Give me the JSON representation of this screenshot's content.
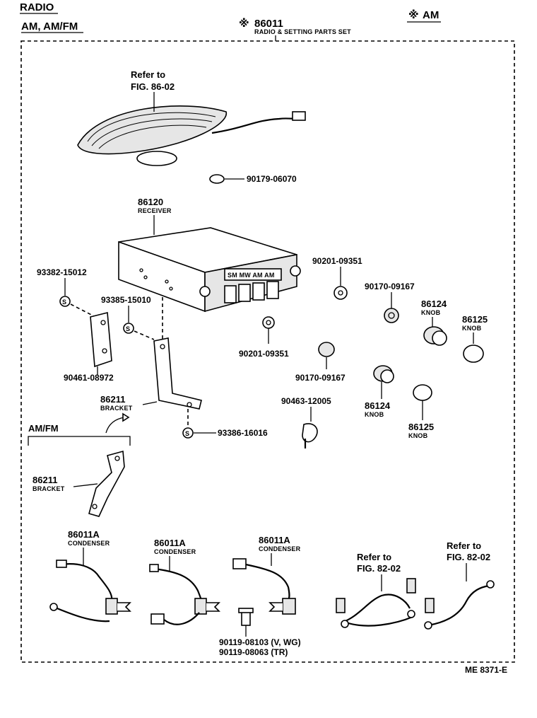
{
  "header": {
    "section": "RADIO",
    "subsection": "AM, AM/FM",
    "set_mark": "※",
    "set_number": "86011",
    "set_name": "RADIO & SETTING PARTS SET",
    "variant_mark": "※",
    "variant": "AM"
  },
  "labels": {
    "speaker_refer": "Refer to",
    "speaker_fig": "FIG. 86-02",
    "nut": "90179-06070",
    "receiver_no": "86120",
    "receiver_name": "RECEIVER",
    "screw_left": "93382-15012",
    "screw_mid": "93385-15010",
    "clip_left": "90461-08972",
    "washer_r1": "90201-09351",
    "nut_r1": "90170-09167",
    "knob1_no": "86124",
    "knob1_name": "KNOB",
    "knob2_no": "86125",
    "knob2_name": "KNOB",
    "washer_c": "90201-09351",
    "nut_c": "90170-09167",
    "clamp": "90463-12005",
    "knob3_no": "86124",
    "knob3_name": "KNOB",
    "knob4_no": "86125",
    "knob4_name": "KNOB",
    "bracket_no": "86211",
    "bracket_name": "BRACKET",
    "screw_low": "93386-16016",
    "amfm_heading": "AM/FM",
    "bracket2_no": "86211",
    "bracket2_name": "BRACKET",
    "cond1_no": "86011A",
    "cond1_name": "CONDENSER",
    "cond2_no": "86011A",
    "cond2_name": "CONDENSER",
    "cond3_no": "86011A",
    "cond3_name": "CONDENSER",
    "ref_a_refer": "Refer to",
    "ref_a_fig": "FIG. 82-02",
    "ref_b_refer": "Refer to",
    "ref_b_fig": "FIG. 82-02",
    "bolt_a": "90119-08103 (V, WG)",
    "bolt_b": "90119-08063 (TR)",
    "screw_symbol": "S",
    "radio_face": "SM MW AM AM",
    "footer_code": "ME  8371-E"
  }
}
